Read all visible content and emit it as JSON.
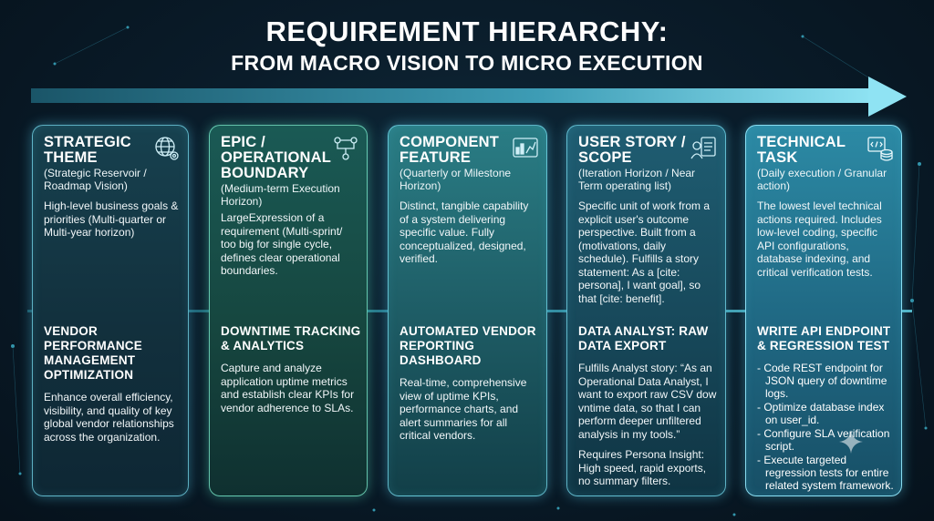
{
  "header": {
    "title": "REQUIREMENT HIERARCHY:",
    "subtitle": "FROM MACRO VISION TO MICRO EXECUTION"
  },
  "colors": {
    "accent": "#5cc6d8",
    "background": "#0a1c2a",
    "card_border": "#78dcf0"
  },
  "cards": [
    {
      "title": "STRATEGIC THEME",
      "subtitle": "(Strategic Reservoir / Roadmap Vision)",
      "description": "High-level business goals & priorities (Multi-quarter or Multi-year horizon)",
      "icon": "globe-gear-icon",
      "example_title": "VENDOR PERFORMANCE MANAGEMENT OPTIMIZATION",
      "example_text": "Enhance overall efficiency, visibility, and quality of key global vendor relationships across the organization."
    },
    {
      "title": "EPIC / OPERATIONAL BOUNDARY",
      "subtitle": "(Medium-term Execution Horizon)",
      "description": "LargeExpression of a requirement (Multi-sprint/ too big for single cycle, defines clear operational boundaries.",
      "icon": "workflow-icon",
      "example_title": "DOWNTIME TRACKING & ANALYTICS",
      "example_text": "Capture and analyze application uptime metrics and establish clear KPIs for vendor adherence to SLAs."
    },
    {
      "title": "COMPONENT FEATURE",
      "subtitle": "(Quarterly or Milestone Horizon)",
      "description": "Distinct, tangible capability of a system delivering specific value. Fully conceptualized, designed, verified.",
      "icon": "dashboard-icon",
      "example_title": "AUTOMATED VENDOR REPORTING DASHBOARD",
      "example_text": "Real-time, comprehensive view of uptime KPIs, performance charts, and alert summaries for all critical vendors."
    },
    {
      "title": "USER STORY / SCOPE",
      "subtitle": "(Iteration Horizon / Near Term operating list)",
      "description": "Specific unit of work from a explicit user's outcome perspective. Built from a (motivations, daily schedule). Fulfills a story statement: As a [cite: persona], I want goal], so that [cite: benefit].",
      "icon": "user-document-icon",
      "example_title": "DATA ANALYST: RAW DATA EXPORT",
      "example_text": "Fulfills Analyst story: “As an Operational Data Analyst, I want to export raw CSV dow vntime data, so that I can perform deeper unfiltered analysis in my tools.”",
      "example_text_2": "Requires Persona Insight: High speed, rapid exports, no summary filters."
    },
    {
      "title": "TECHNICAL TASK",
      "subtitle": "(Daily execution / Granular action)",
      "description": "The lowest level technical actions required. Includes low-level coding, specific API configurations, database indexing, and critical verification tests.",
      "icon": "code-database-icon",
      "example_title": "WRITE API ENDPOINT & REGRESSION TEST",
      "example_bullets": [
        "- Code REST endpoint for JSON query of downtime logs.",
        "- Optimize database index on user_id.",
        "- Configure SLA verification script.",
        "- Execute targeted regression tests for entire related system framework."
      ]
    }
  ]
}
